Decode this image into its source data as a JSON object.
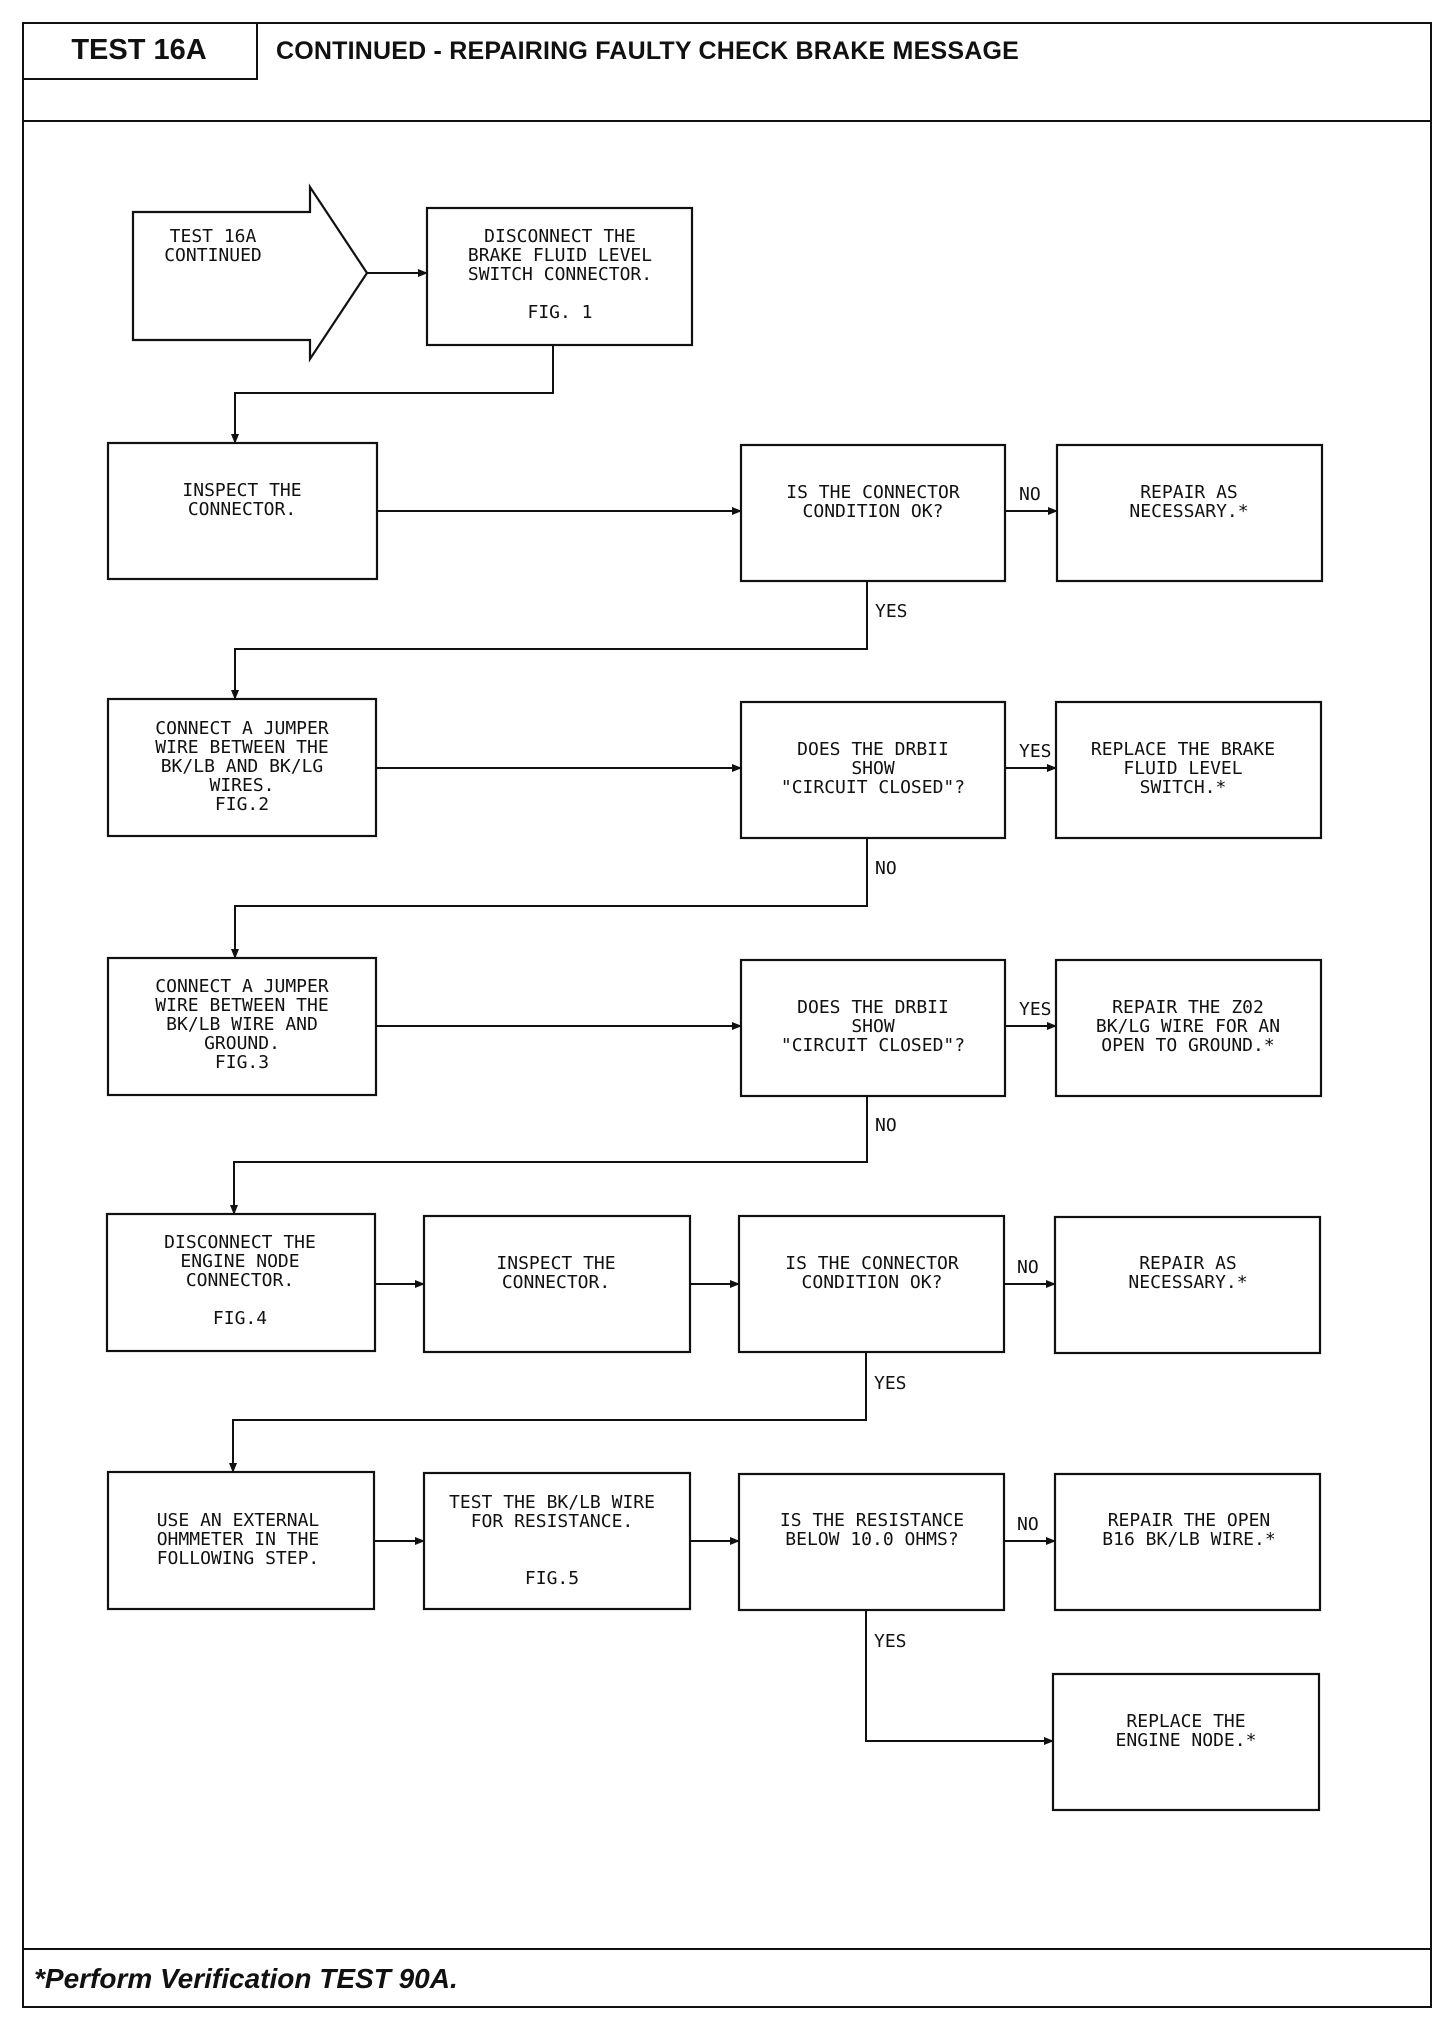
{
  "header": {
    "test_label": "TEST 16A",
    "title": "CONTINUED - REPAIRING FAULTY CHECK BRAKE MESSAGE"
  },
  "footer": {
    "note": "*Perform Verification TEST 90A."
  },
  "flow": {
    "start": [
      "TEST 16A",
      "CONTINUED"
    ],
    "disconnect_switch": [
      "DISCONNECT THE",
      "BRAKE FLUID LEVEL",
      "SWITCH CONNECTOR.",
      "",
      "FIG. 1"
    ],
    "inspect_connector_1": [
      "INSPECT THE",
      "CONNECTOR."
    ],
    "q_connector_ok_1": [
      "IS THE CONNECTOR",
      "CONDITION OK?"
    ],
    "repair_1": [
      "REPAIR AS",
      "NECESSARY.*"
    ],
    "jumper_bk_lg": [
      "CONNECT A JUMPER",
      "WIRE BETWEEN THE",
      "BK/LB AND BK/LG",
      "WIRES.",
      "FIG.2"
    ],
    "q_drbii_1": [
      "DOES THE DRBII",
      "SHOW",
      "\"CIRCUIT CLOSED\"?"
    ],
    "replace_switch": [
      "REPLACE THE BRAKE",
      "FLUID LEVEL",
      "SWITCH.*"
    ],
    "jumper_ground": [
      "CONNECT A JUMPER",
      "WIRE BETWEEN THE",
      "BK/LB WIRE AND",
      "GROUND.",
      "FIG.3"
    ],
    "q_drbii_2": [
      "DOES THE DRBII",
      "SHOW",
      "\"CIRCUIT CLOSED\"?"
    ],
    "repair_z02": [
      "REPAIR THE Z02",
      "BK/LG WIRE FOR AN",
      "OPEN TO GROUND.*"
    ],
    "disconnect_node": [
      "DISCONNECT THE",
      "ENGINE NODE",
      "CONNECTOR.",
      "",
      "FIG.4"
    ],
    "inspect_connector_2": [
      "INSPECT THE",
      "CONNECTOR."
    ],
    "q_connector_ok_2": [
      "IS THE CONNECTOR",
      "CONDITION OK?"
    ],
    "repair_2": [
      "REPAIR AS",
      "NECESSARY.*"
    ],
    "use_ohmmeter": [
      "USE AN EXTERNAL",
      "OHMMETER IN THE",
      "FOLLOWING STEP."
    ],
    "test_resistance": [
      "TEST THE BK/LB WIRE",
      "FOR RESISTANCE.",
      "",
      "",
      "FIG.5"
    ],
    "q_resistance": [
      "IS THE RESISTANCE",
      "BELOW 10.0 OHMS?"
    ],
    "repair_b16": [
      "REPAIR THE OPEN",
      "B16 BK/LB WIRE.*"
    ],
    "replace_node": [
      "REPLACE THE",
      "ENGINE NODE.*"
    ]
  },
  "labels": {
    "no_1": "NO",
    "yes_1": "YES",
    "yes_2": "YES",
    "no_2": "NO",
    "yes_3": "YES",
    "no_3": "NO",
    "no_4": "NO",
    "yes_4": "YES",
    "no_5": "NO",
    "yes_5": "YES"
  }
}
